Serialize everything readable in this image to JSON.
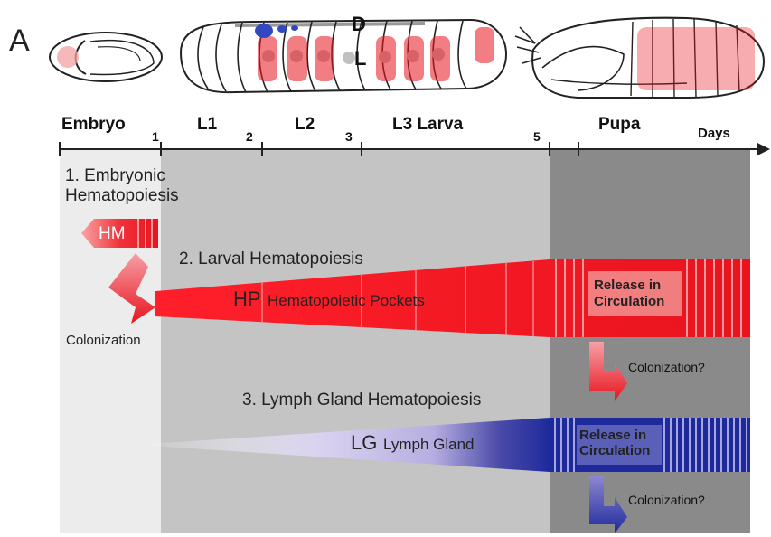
{
  "panel_letter": "A",
  "organism_labels": {
    "dorsal": "D",
    "lateral": "L"
  },
  "timeline": {
    "stages": [
      {
        "label": "Embryo"
      },
      {
        "label": "L1"
      },
      {
        "label": "L2"
      },
      {
        "label": "L3 Larva"
      },
      {
        "label": "Pupa"
      }
    ],
    "day_ticks": [
      "1",
      "2",
      "3",
      "5"
    ],
    "unit_label": "Days"
  },
  "sections": {
    "embryonic": {
      "title_line1": "1. Embryonic",
      "title_line2": "Hematopoiesis",
      "hm_label": "HM",
      "colonization_label": "Colonization"
    },
    "larval": {
      "title": "2. Larval Hematopoiesis",
      "hp_abbrev": "HP",
      "hp_name": "Hematopoietic Pockets",
      "release_line1": "Release in",
      "release_line2": "Circulation",
      "colonization_label": "Colonization?"
    },
    "lymph": {
      "title": "3. Lymph Gland Hematopoiesis",
      "lg_abbrev": "LG",
      "lg_name": "Lymph Gland",
      "release_line1": "Release in",
      "release_line2": "Circulation",
      "colonization_label": "Colonization?"
    }
  },
  "colors": {
    "embryo_bg": "#ececec",
    "larva_bg": "#c4c4c4",
    "pupa_bg": "#8a8a8a",
    "red": "#e8141e",
    "blue": "#1e2a9c",
    "lavender": "#c8bfe8"
  }
}
